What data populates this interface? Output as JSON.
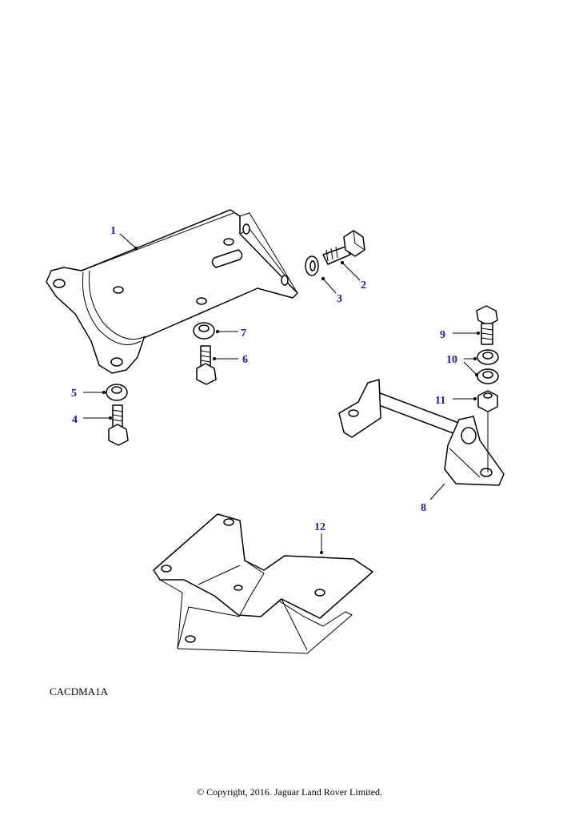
{
  "diagram": {
    "callouts": {
      "c1": "1",
      "c2": "2",
      "c3": "3",
      "c4": "4",
      "c5": "5",
      "c6": "6",
      "c7": "7",
      "c8": "8",
      "c9": "9",
      "c10": "10",
      "c11": "11",
      "c12": "12"
    },
    "drawing_code": "CACDMA1A",
    "copyright": "© Copyright, 2016. Jaguar Land Rover Limited.",
    "colors": {
      "callout_text": "#1a1aa8",
      "line_art": "#000000",
      "background": "#ffffff"
    }
  }
}
